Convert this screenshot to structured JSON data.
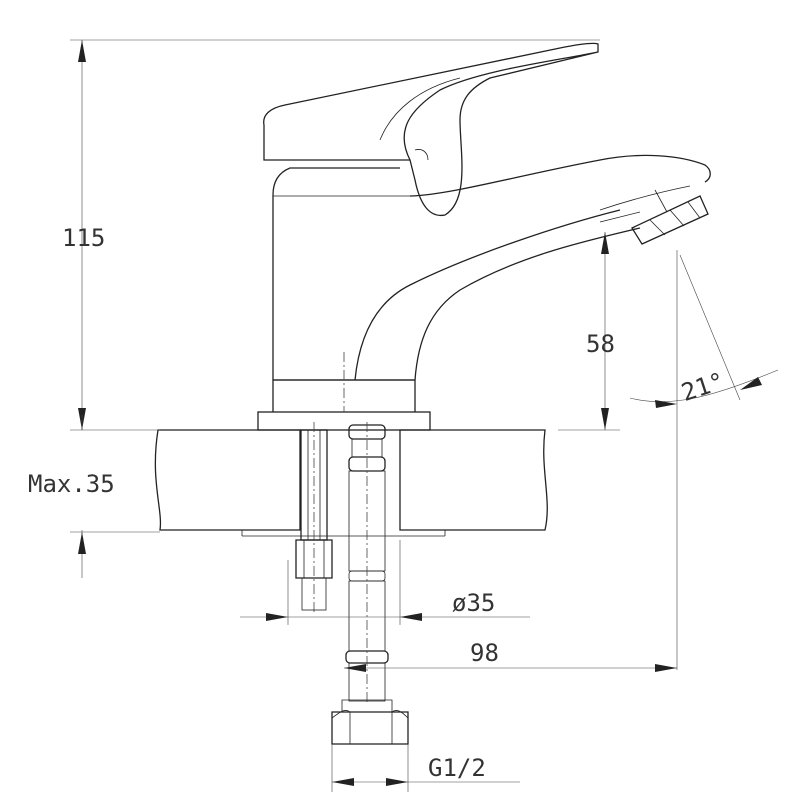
{
  "dimensions": {
    "height_total": "115",
    "spout_height": "58",
    "max_thickness": "Max.35",
    "spout_angle": "21°",
    "hole_diameter": "ø35",
    "spout_reach": "98",
    "thread": "G1/2"
  },
  "colors": {
    "line": "#222222",
    "background": "#ffffff"
  }
}
